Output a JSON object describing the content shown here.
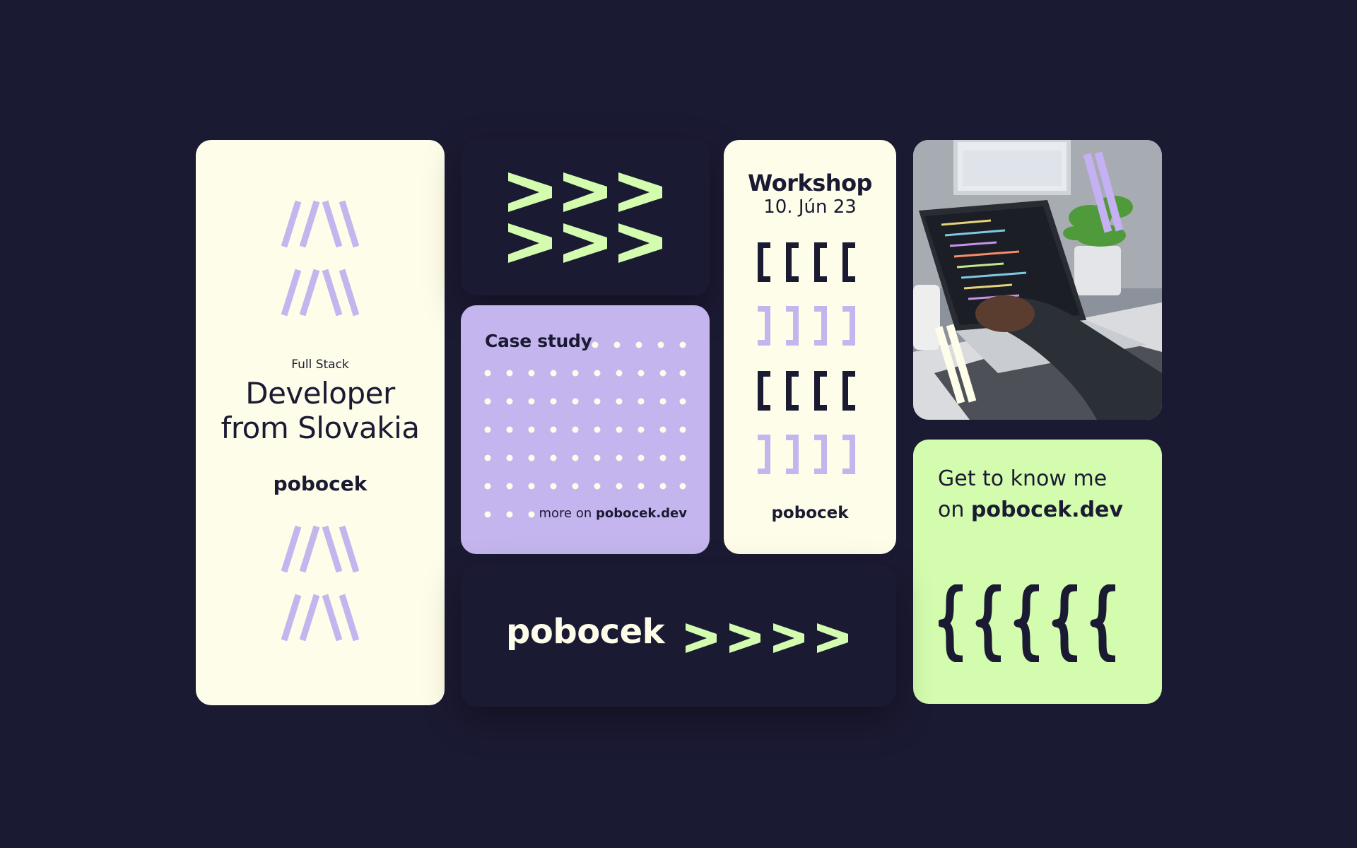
{
  "colors": {
    "background": "#1b1a33",
    "cream": "#fefde9",
    "lavender": "#c5b5ee",
    "lime": "#d3fcae",
    "ink": "#1b1a33",
    "photo_accent": "#c4b0f2"
  },
  "developer_card": {
    "kicker": "Full Stack",
    "title_line1": "Developer",
    "title_line2": "from Slovakia",
    "logo": "pobocek",
    "icon": "slash-pattern-icon"
  },
  "arrows_card": {
    "icon": "chevron-right-icon",
    "rows": 2,
    "per_row": 3
  },
  "case_study_card": {
    "title": "Case study",
    "more_prefix": "more on",
    "more_link": "pobocek.dev",
    "icon": "dot-grid-icon"
  },
  "workshop_card": {
    "title": "Workshop",
    "date": "10. Jún 23",
    "logo": "pobocek",
    "icon": "bracket-icon"
  },
  "photo_card": {
    "icon": "laptop-photo-icon"
  },
  "know_card": {
    "line1": "Get to know me",
    "line2_prefix": "on",
    "line2_link": "pobocek.dev",
    "icon": "curly-brace-icon"
  },
  "footer_card": {
    "logo": "pobocek",
    "icon": "chevron-right-icon"
  }
}
